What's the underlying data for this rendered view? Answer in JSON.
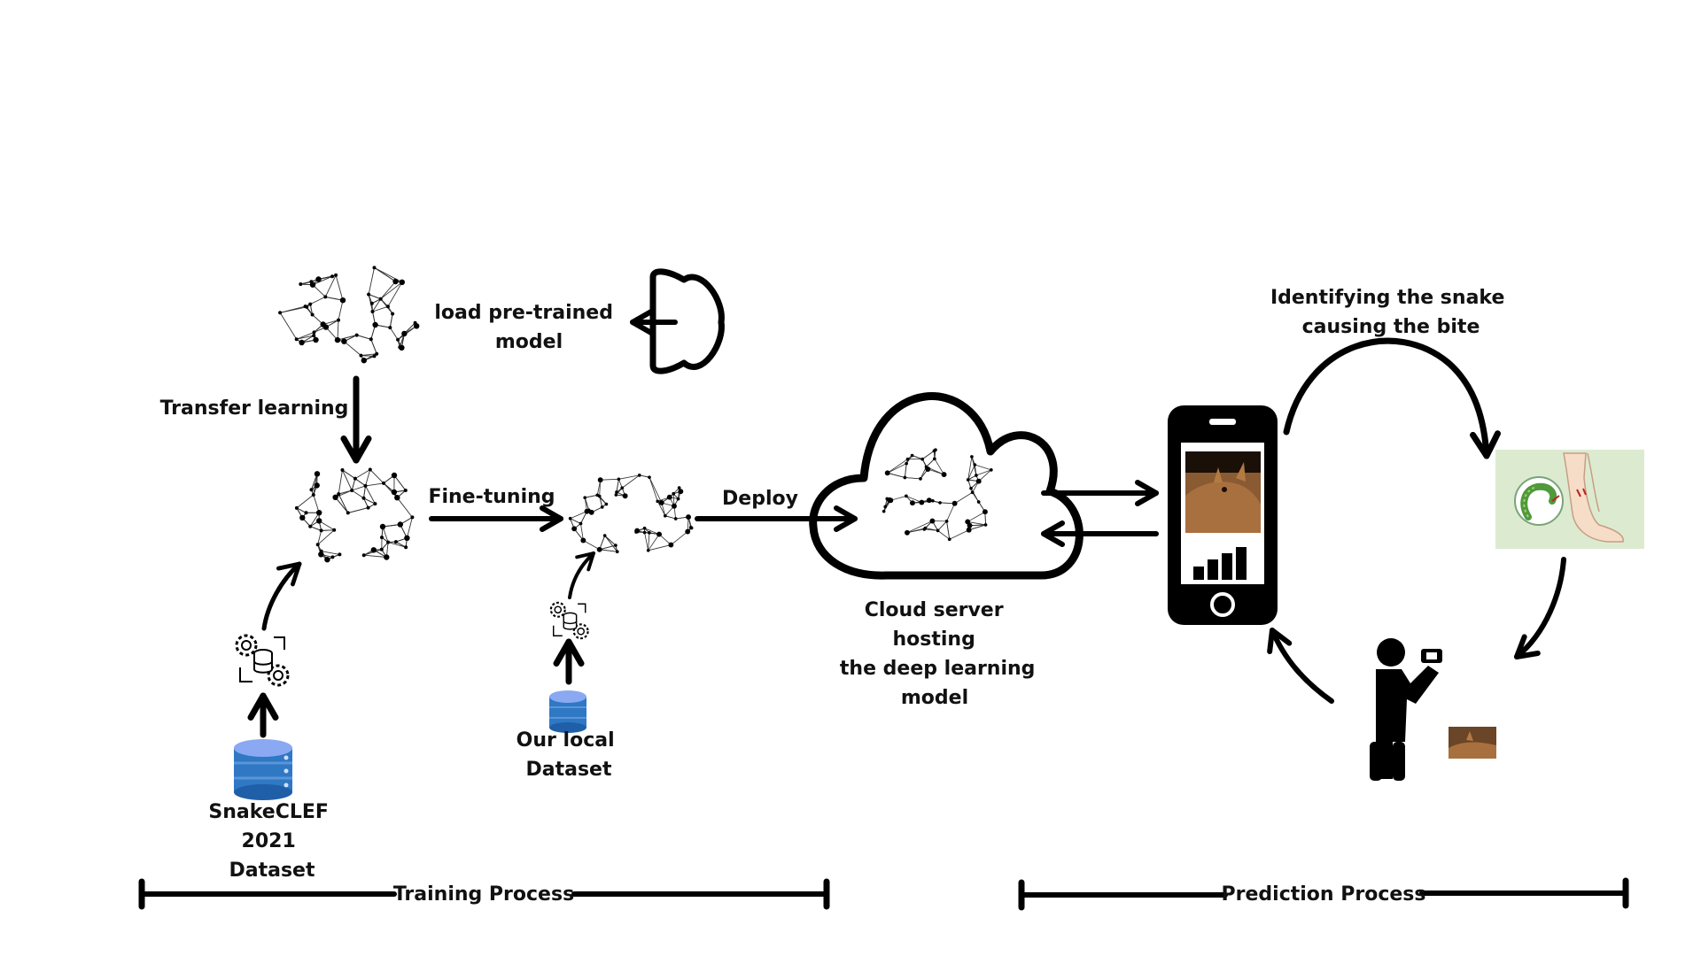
{
  "labels": {
    "load_pretrained": [
      "load pre-trained",
      "model"
    ],
    "transfer_learning": "Transfer learning",
    "fine_tuning": "Fine-tuning",
    "deploy": "Deploy",
    "cloud_server": [
      "Cloud server",
      "hosting",
      "the deep learning",
      "model"
    ],
    "snakeclef": [
      "SnakeCLEF",
      "2021",
      "Dataset"
    ],
    "local_dataset": [
      "Our local",
      "Dataset"
    ],
    "identifying": [
      "Identifying the snake",
      "causing the bite"
    ],
    "training_process": "Training Process",
    "prediction_process": "Prediction Process"
  },
  "icons": {
    "neural_network": "neural-network-brain-icon",
    "cloud": "cloud-icon",
    "database": "database-icon",
    "data_processing": "gear-database-icon",
    "phone": "smartphone-icon",
    "person": "person-photographing-icon",
    "snake_bite": "snake-bite-leg-icon"
  },
  "colors": {
    "line": "#000000",
    "db_top": "#8aa9f2",
    "db_body": "#2f78c4",
    "bite_bg": "#dcebd0",
    "snake_green": "#4f9a3a",
    "snake_photo": "#8a5a33"
  }
}
